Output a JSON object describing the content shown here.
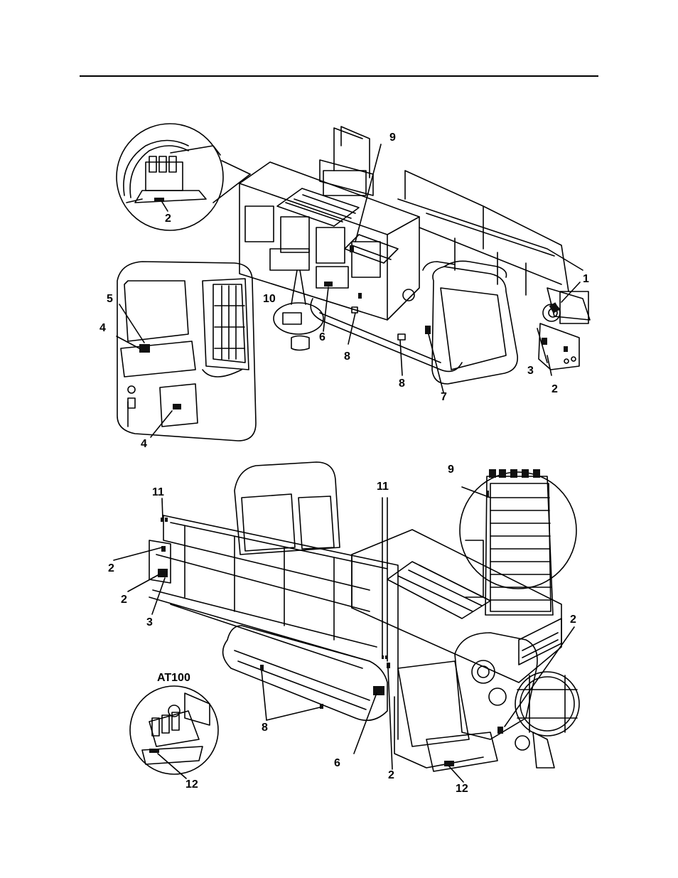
{
  "figure": {
    "model_label": "AT100",
    "callouts": {
      "top_inset_2": "2",
      "top_9": "9",
      "top_1": "1",
      "top_5": "5",
      "top_4a": "4",
      "top_10": "10",
      "top_6": "6",
      "top_8a": "8",
      "top_8b": "8",
      "top_7": "7",
      "top_3": "3",
      "top_2": "2",
      "top_4b": "4",
      "bot_9": "9",
      "bot_11a": "11",
      "bot_11b": "11",
      "bot_2a": "2",
      "bot_2b": "2",
      "bot_3": "3",
      "bot_2c": "2",
      "bot_8": "8",
      "bot_6": "6",
      "bot_2d": "2",
      "bot_12a": "12",
      "bot_12b": "12"
    }
  },
  "colors": {
    "line": "#000000",
    "decal": "#111111",
    "background": "#ffffff"
  }
}
